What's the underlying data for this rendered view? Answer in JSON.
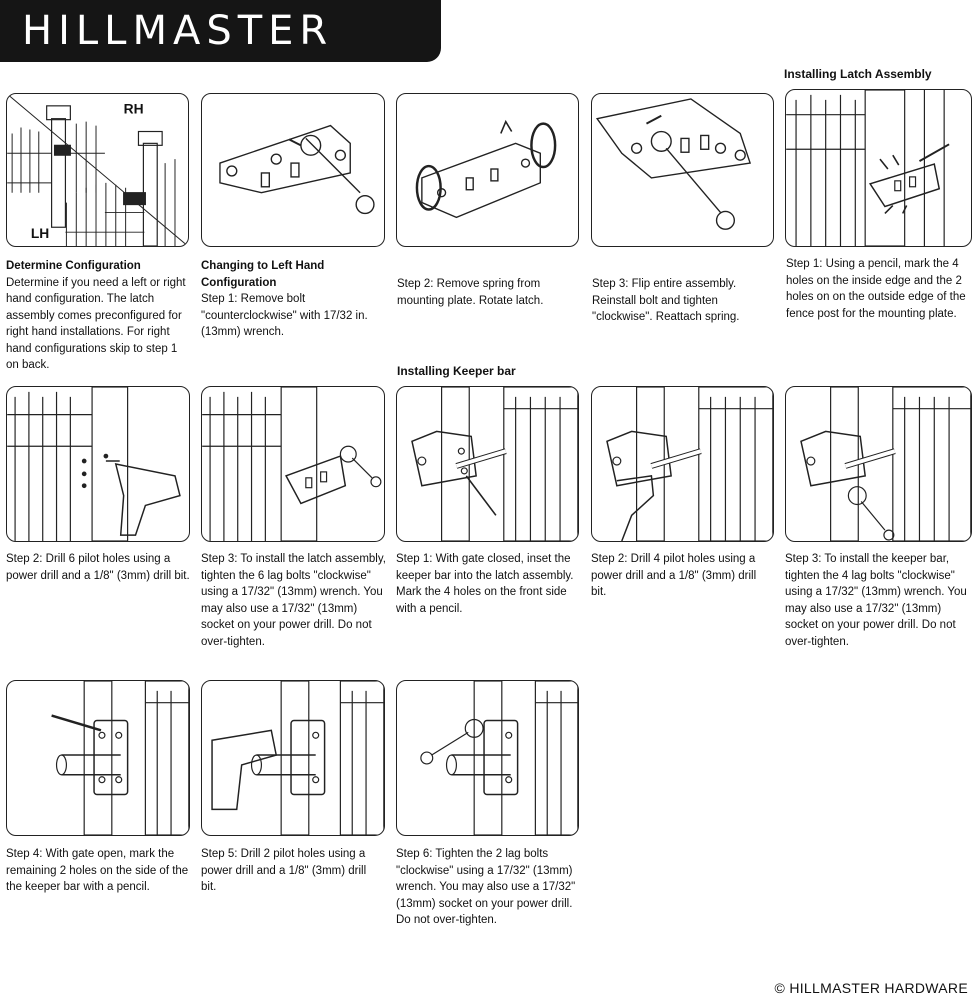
{
  "brand": {
    "name": "HILLMASTER"
  },
  "sections": {
    "latch_assembly": "Installing Latch Assembly",
    "keeper_bar": "Installing Keeper bar"
  },
  "panel_labels": {
    "rh": "RH",
    "lh": "LH"
  },
  "captions": {
    "config": {
      "heading": "Determine Configuration",
      "text": "Determine if you need a left or right hand configuration. The latch assembly comes preconfigured for right hand installations. For right hand configurations skip to step 1 on back."
    },
    "left_hand": {
      "heading": "Changing to Left Hand Configuration",
      "text": "Step 1: Remove bolt \"counterclockwise\" with 17/32 in. (13mm) wrench."
    },
    "lh_step2": {
      "text": "Step 2: Remove spring from mounting plate. Rotate latch."
    },
    "lh_step3": {
      "text": "Step 3: Flip entire assembly. Reinstall bolt and tighten \"clockwise\". Reattach spring."
    },
    "latch_step1": {
      "text": "Step 1: Using a pencil, mark the 4 holes on the inside edge and the 2 holes on on the outside edge of the fence post for the mounting plate."
    },
    "latch_step2": {
      "text": "Step 2: Drill 6 pilot holes using a power drill and a 1/8\" (3mm) drill bit."
    },
    "latch_step3": {
      "text": "Step 3: To install the latch assembly, tighten the 6 lag bolts \"clockwise\" using a 17/32\" (13mm) wrench.  You may also use a 17/32\" (13mm) socket on your power drill. Do not over-tighten."
    },
    "keeper_step1": {
      "text": "Step 1: With gate closed, inset the keeper bar into the latch assembly. Mark the 4 holes on the front side with a pencil."
    },
    "keeper_step2": {
      "text": "Step 2: Drill 4 pilot holes using a power drill and a 1/8\" (3mm) drill bit."
    },
    "keeper_step3": {
      "text": "Step 3: To install the keeper bar, tighten the 4 lag bolts \"clockwise\" using a 17/32\" (13mm) wrench. You may also use a 17/32\" (13mm) socket on your power drill. Do not over-tighten."
    },
    "keeper_step4": {
      "text": "Step 4: With gate open, mark the remaining 2 holes on the side of the the keeper bar with a pencil."
    },
    "keeper_step5": {
      "text": "Step 5: Drill 2 pilot holes using a power drill and a 1/8\" (3mm) drill bit."
    },
    "keeper_step6": {
      "text": "Step 6: Tighten the 2 lag bolts \"clockwise\" using a 17/32\" (13mm) wrench. You may also use a 17/32\" (13mm) socket on your power drill. Do not over-tighten."
    }
  },
  "footer": {
    "copyright": "© HILLMASTER HARDWARE"
  }
}
